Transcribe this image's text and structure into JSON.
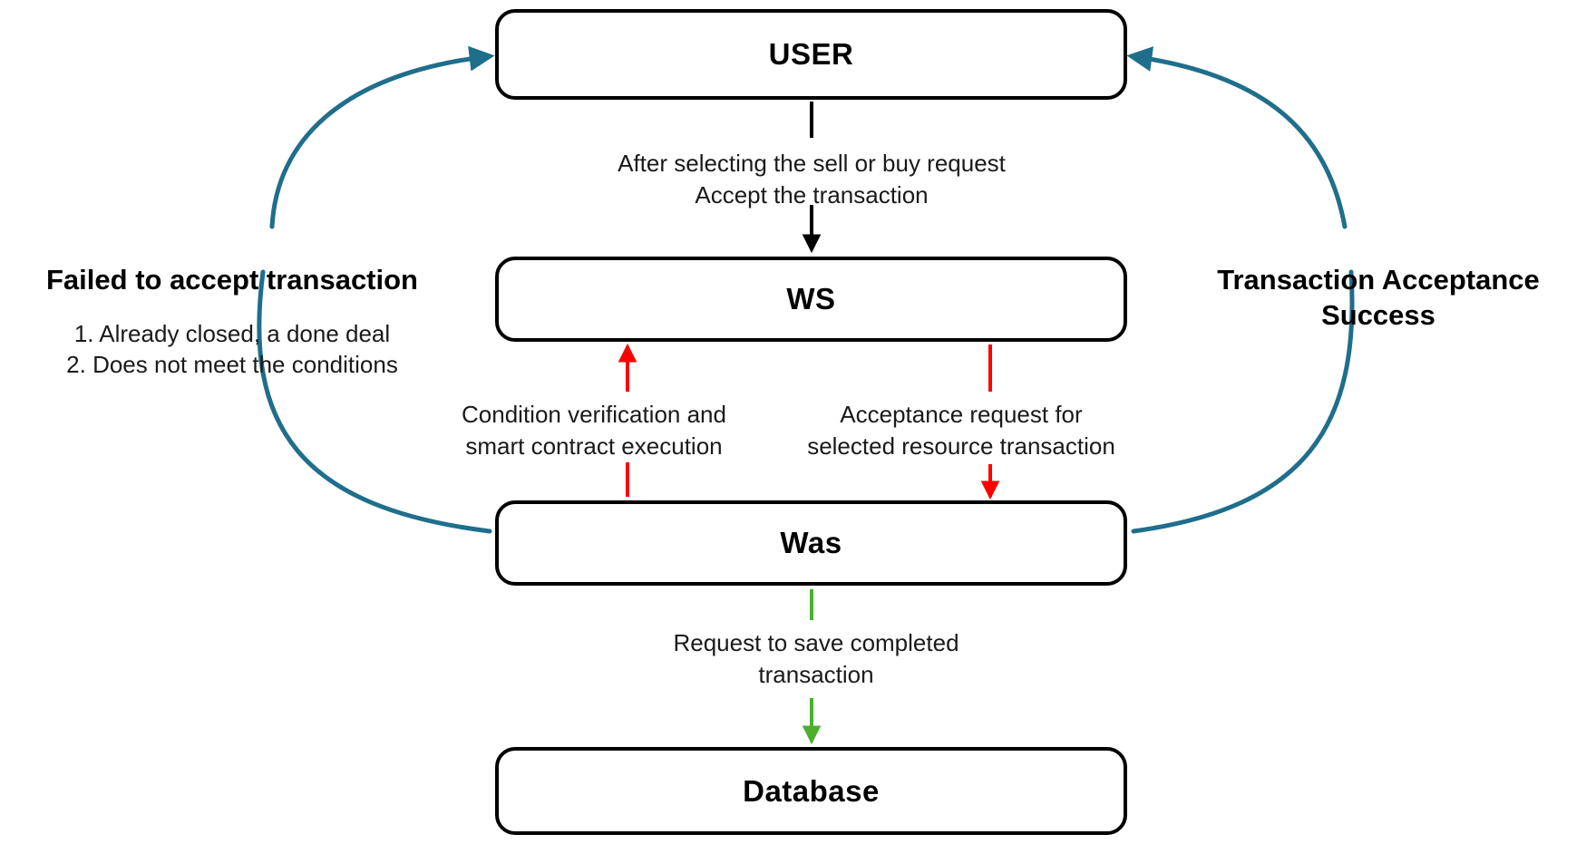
{
  "diagram": {
    "title": "Transaction acceptance flow",
    "type": "flow-diagram",
    "colors": {
      "node_border": "#000000",
      "node_fill": "#ffffff",
      "text": "#000000",
      "black_arrow": "#000000",
      "red_arrow": "#ff0000",
      "green_arrow": "#4caf2f",
      "blue_curve": "#1f6e8c",
      "background": "#ffffff"
    },
    "nodes": [
      {
        "id": "user",
        "label": "USER"
      },
      {
        "id": "ws",
        "label": "WS"
      },
      {
        "id": "was",
        "label": "Was"
      },
      {
        "id": "database",
        "label": "Database"
      }
    ],
    "edge_labels": {
      "user_to_ws": "After selecting the sell or buy request\nAccept the transaction",
      "was_to_ws": "Condition verification and\nsmart contract execution",
      "ws_to_was": "Acceptance request for\nselected resource transaction",
      "was_to_database": "Request to save completed\ntransaction"
    },
    "side_left": {
      "title": "Failed to accept transaction",
      "reasons": "1. Already closed, a done deal\n2. Does not meet the conditions"
    },
    "side_right": {
      "title": "Transaction Acceptance\nSuccess"
    }
  }
}
